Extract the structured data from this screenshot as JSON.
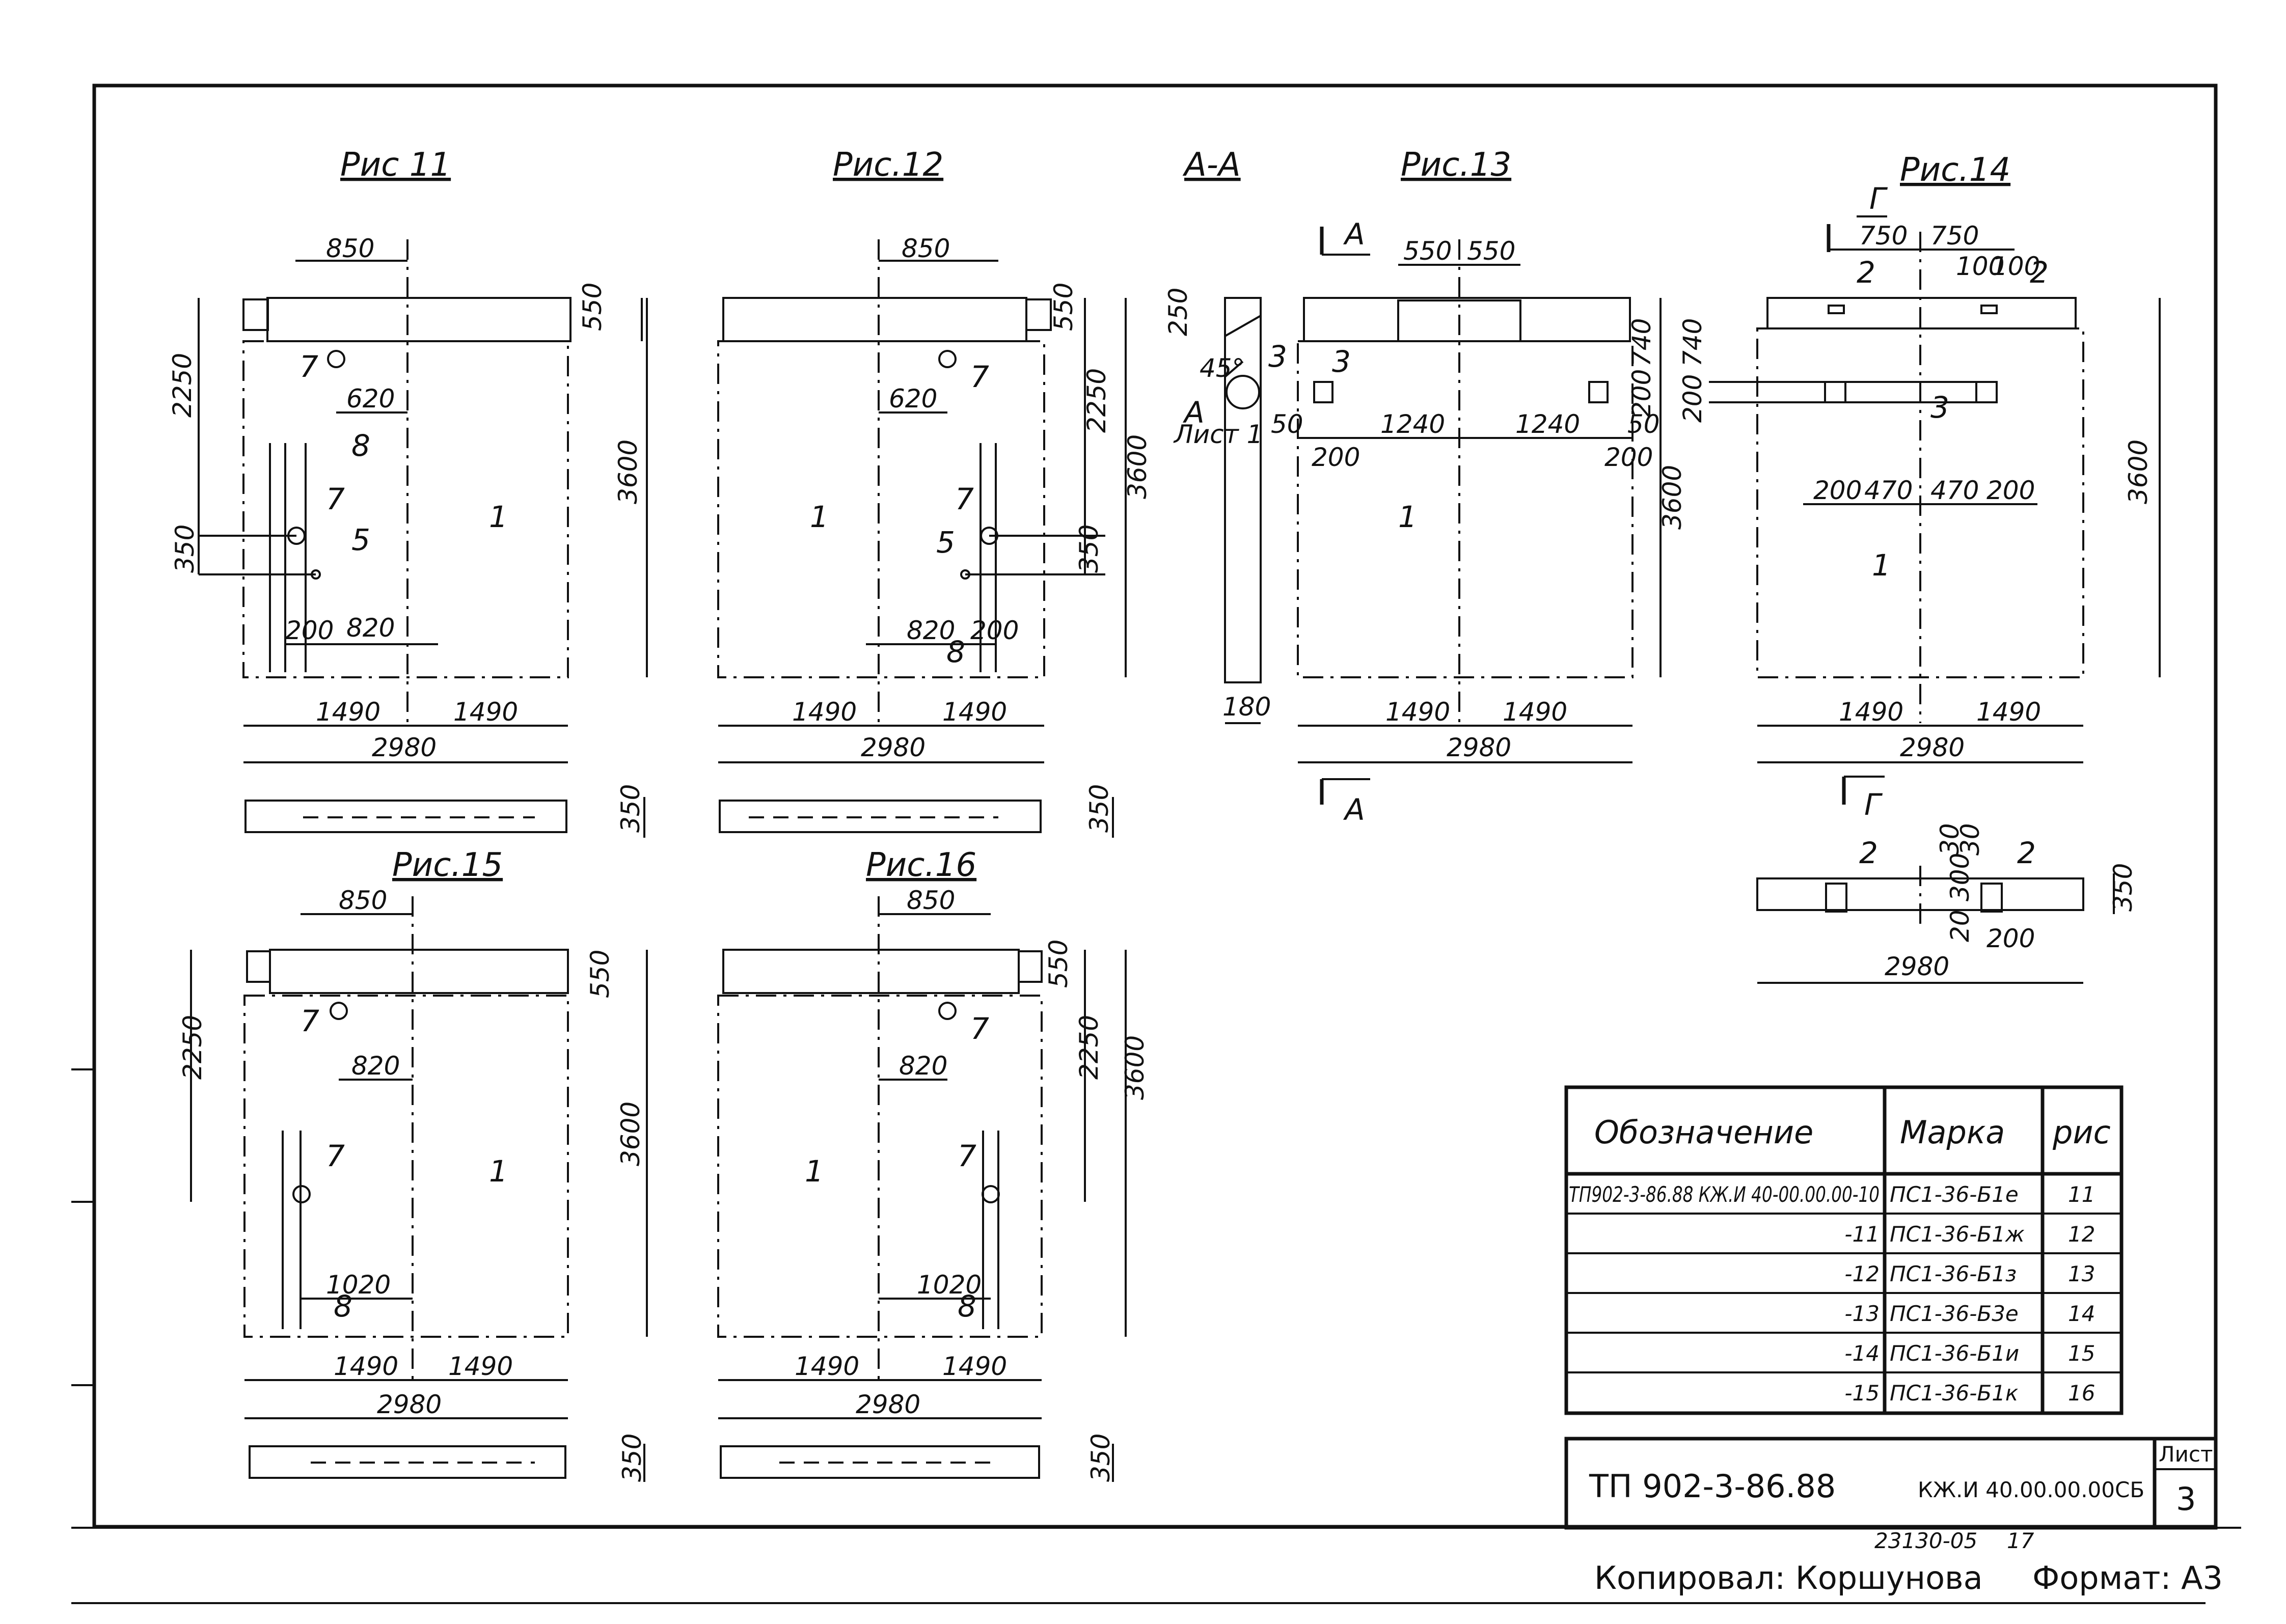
{
  "figures": {
    "fig11": {
      "title": "Рис 11",
      "d_top": "850",
      "d_top2": "550",
      "d_left": "2250",
      "d_right": "3600",
      "d_620": "620",
      "d_350": "350",
      "d_200": "200",
      "d_820": "820",
      "w_left": "1490",
      "w_right": "1490",
      "w_total": "2980",
      "sec": "350",
      "m1": "1",
      "m5": "5",
      "m7a": "7",
      "m7b": "7",
      "m8": "8"
    },
    "fig12": {
      "title": "Рис.12",
      "d_top": "850",
      "d_top2": "550",
      "d_left": "2250",
      "d_right": "3600",
      "d_620": "620",
      "d_350": "350",
      "d_200": "200",
      "d_820": "820",
      "w_left": "1490",
      "w_right": "1490",
      "w_total": "2980",
      "sec": "350",
      "m1": "1",
      "m5": "5",
      "m7a": "7",
      "m7b": "7",
      "m8": "8"
    },
    "figAA": {
      "title": "А-А",
      "d_250": "250",
      "d_45": "45°",
      "d_180": "180",
      "m3": "3",
      "mA": "А",
      "sheet": "Лист 1"
    },
    "fig13": {
      "title": "Рис.13",
      "cutA": "А",
      "d_550a": "550",
      "d_550b": "550",
      "d_740": "740",
      "d_200": "200",
      "d_50a": "50",
      "d_50b": "50",
      "d_1240a": "1240",
      "d_1240b": "1240",
      "d_200a": "200",
      "d_200b": "200",
      "d_3600": "3600",
      "m1": "1",
      "m3": "3",
      "w_left": "1490",
      "w_right": "1490",
      "w_total": "2980",
      "cutA2": "А"
    },
    "fig14": {
      "title": "Рис.14",
      "cutG": "Г",
      "d_750a": "750",
      "d_750b": "750",
      "d_100a": "100",
      "d_100b": "100",
      "m2a": "2",
      "m2b": "2",
      "m3": "3",
      "d_740": "740",
      "d_200": "200",
      "d_200a": "200",
      "d_470a": "470",
      "d_470b": "470",
      "d_200b": "200",
      "d_3600": "3600",
      "m1": "1",
      "w_left": "1490",
      "w_right": "1490",
      "w_total": "2980",
      "cutG2": "Г",
      "s_m2a": "2",
      "s_m2b": "2",
      "s_30a": "30",
      "s_30b": "30",
      "s_300": "300",
      "s_20": "20",
      "s_200": "200",
      "s_350": "350",
      "s_2980": "2980"
    },
    "fig15": {
      "title": "Рис.15",
      "d_top": "850",
      "d_top2": "550",
      "d_left": "2250",
      "d_right": "3600",
      "d_820": "820",
      "d_1020": "1020",
      "w_left": "1490",
      "w_right": "1490",
      "w_total": "2980",
      "sec": "350",
      "m1": "1",
      "m7a": "7",
      "m7b": "7",
      "m8": "8"
    },
    "fig16": {
      "title": "Рис.16",
      "d_top": "850",
      "d_top2": "550",
      "d_left": "2250",
      "d_right": "3600",
      "d_820": "820",
      "d_1020": "1020",
      "w_left": "1490",
      "w_right": "1490",
      "w_total": "2980",
      "sec": "350",
      "m1": "1",
      "m7a": "7",
      "m7b": "7",
      "m8": "8"
    }
  },
  "table": {
    "headers": {
      "designation": "Обозначение",
      "mark": "Марка",
      "fig": "рис"
    },
    "rows": [
      {
        "designation": "ТП902-3-86.88 КЖ.И 40-00.00.00-10",
        "mark": "ПС1-36-Б1е",
        "fig": "11"
      },
      {
        "designation": "-11",
        "mark": "ПС1-36-Б1ж",
        "fig": "12"
      },
      {
        "designation": "-12",
        "mark": "ПС1-36-Б1з",
        "fig": "13"
      },
      {
        "designation": "-13",
        "mark": "ПС1-36-Б3е",
        "fig": "14"
      },
      {
        "designation": "-14",
        "mark": "ПС1-36-Б1и",
        "fig": "15"
      },
      {
        "designation": "-15",
        "mark": "ПС1-36-Б1к",
        "fig": "16"
      }
    ]
  },
  "titleblock": {
    "project": "ТП 902-3-86.88",
    "code": "КЖ.И 40.00.00.00СБ",
    "sheet_label": "Лист",
    "sheet_no": "3"
  },
  "footer": {
    "inv": "23130-05",
    "num": "17",
    "copied": "Копировал: Коршунова",
    "format": "Формат: А3"
  }
}
